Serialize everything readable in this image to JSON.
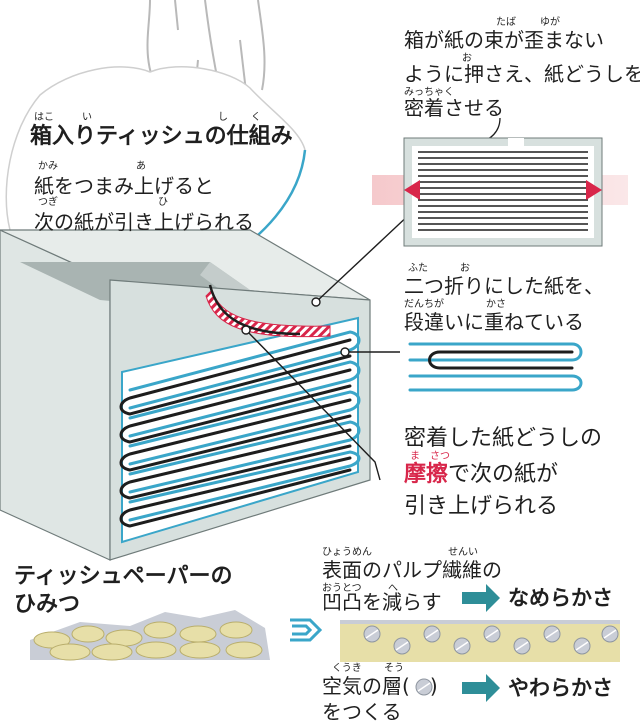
{
  "main": {
    "title": "箱入りティッシュの仕組み",
    "title_ruby": [
      "はこ",
      "い",
      "し",
      "く"
    ],
    "line1": "紙をつまみ上げると",
    "line1_ruby": [
      "かみ",
      "あ"
    ],
    "line2": "次の紙が引き上げられる",
    "line2_ruby": [
      "つぎ",
      "ひ"
    ]
  },
  "callout_top": {
    "line1": "箱が紙の束が歪まない",
    "line2": "ように押さえ、紙どうしを",
    "line3": "密着させる",
    "ruby": [
      "たば",
      "ゆが",
      "お",
      "みっちゃく"
    ]
  },
  "callout_mid": {
    "line1": "二つ折りにした紙を、",
    "line2": "段違いに重ねている",
    "ruby": [
      "ふた",
      "お",
      "だんちが",
      "かさ"
    ]
  },
  "callout_low": {
    "line1": "密着した紙どうしの",
    "line2_emph": "摩擦",
    "line2_rest": "で次の紙が",
    "line3": "引き上げられる",
    "ruby": [
      "ま",
      "さつ"
    ]
  },
  "secret": {
    "line1": "ティッシュペーパーの",
    "line2": "ひみつ"
  },
  "bottom_right": {
    "line1": "表面のパルプ繊維の",
    "line1_ruby": [
      "ひょうめん",
      "せんい"
    ],
    "line2": "凹凸を減らす",
    "line2_ruby": [
      "おうとつ",
      "へ"
    ],
    "result1": "なめらかさ",
    "line3": "空気の層(",
    "line3_end": ")",
    "line3_ruby": [
      "くうき",
      "そう"
    ],
    "line4": "をつくる",
    "result2": "やわらかさ"
  },
  "colors": {
    "accent_blue": "#3aa6c9",
    "arrow_teal": "#2e8e98",
    "box_face": "#d9e2e0",
    "box_dark": "#8c9a98",
    "friction_red": "#d8264a"
  }
}
